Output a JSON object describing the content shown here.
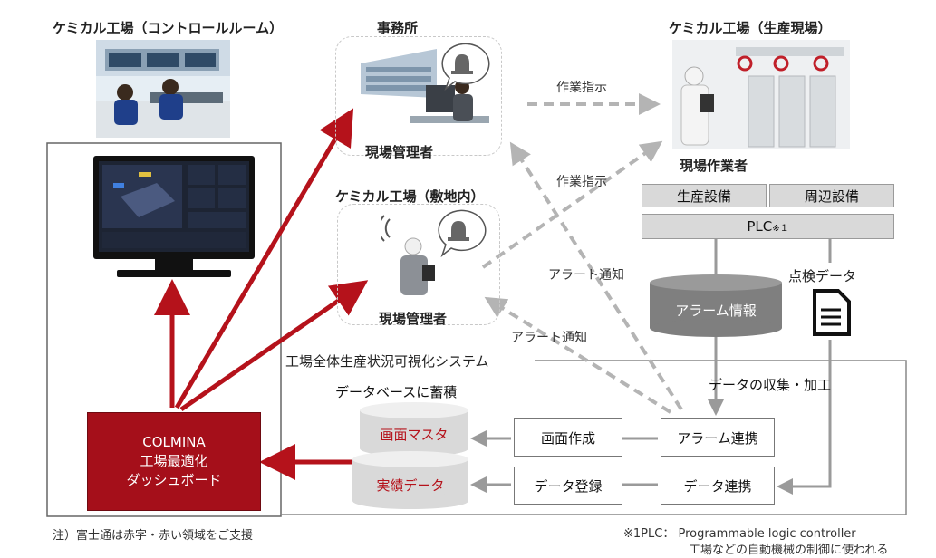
{
  "titles": {
    "control_room": "ケミカル工場（コントロールルーム）",
    "office": "事務所",
    "production_site": "ケミカル工場（生産現場）",
    "premises": "ケミカル工場（敷地内）"
  },
  "people": {
    "office_manager": "現場管理者",
    "premises_manager": "現場管理者",
    "site_worker": "現場作業者"
  },
  "flows": {
    "work_instruction_1": "作業指示",
    "work_instruction_2": "作業指示",
    "alert_1": "アラート通知",
    "alert_2": "アラート通知",
    "data_collection": "データの収集・加工"
  },
  "equipment": {
    "production": "生産設備",
    "peripheral": "周辺設備",
    "plc": "PLC",
    "plc_sup": "※１",
    "inspection_data": "点検データ"
  },
  "databases": {
    "alarm_info": "アラーム情報",
    "accumulate": "データベースに蓄積",
    "screen_master": "画面マスタ",
    "results_data": "実績データ"
  },
  "system": {
    "name": "工場全体生産状況可視化システム",
    "screen_creation": "画面作成",
    "alarm_link": "アラーム連携",
    "data_registration": "データ登録",
    "data_link": "データ連携",
    "dashboard_line1": "COLMINA",
    "dashboard_line2": "工場最適化",
    "dashboard_line3": "ダッシュボード"
  },
  "notes": {
    "support": "注）富士通は赤字・赤い領域をご支援",
    "plc_def": "※1PLC： Programmable logic controller",
    "plc_desc": "工場などの自動機械の制御に使われる"
  },
  "colors": {
    "accent_red": "#b5121b",
    "dark_red_box": "#a50f1a",
    "gray_box": "#d9d9d9",
    "dashed_gray": "#b4b4b4"
  }
}
